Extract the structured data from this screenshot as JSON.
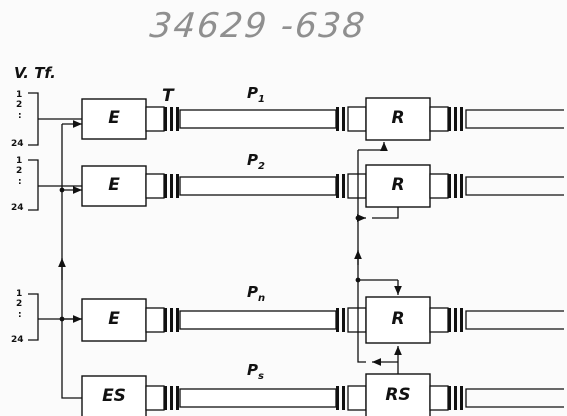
{
  "header": {
    "handwritten_ref": "34629 -638"
  },
  "labels": {
    "vtf": "V. Tf.",
    "t": "T",
    "p1": "P",
    "p1_sub": "1",
    "p2": "P",
    "p2_sub": "2",
    "pn": "P",
    "pn_sub": "n",
    "ps": "P",
    "ps_sub": "s"
  },
  "channels": {
    "first": "1",
    "second": "2",
    "dots": ":",
    "last": "24"
  },
  "blocks": {
    "e1": "E",
    "e2": "E",
    "en": "E",
    "r1": "R",
    "r2": "R",
    "rn": "R",
    "es": "ES",
    "rs": "RS"
  }
}
